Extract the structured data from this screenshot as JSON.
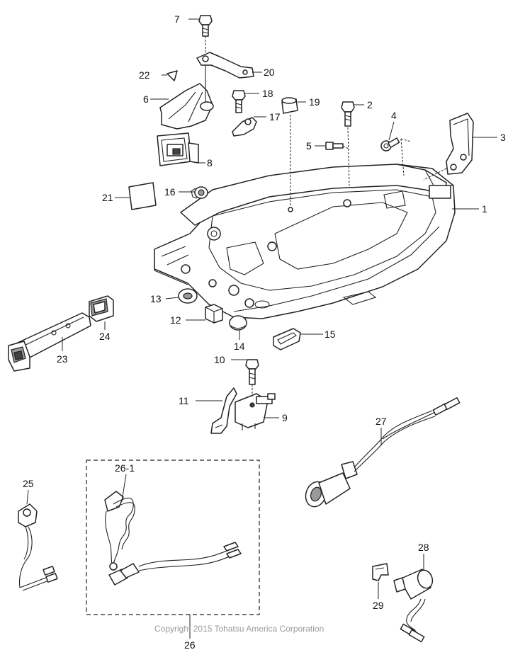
{
  "callouts": {
    "c1": "1",
    "c2": "2",
    "c3": "3",
    "c4": "4",
    "c5": "5",
    "c6": "6",
    "c7": "7",
    "c8": "8",
    "c9": "9",
    "c10": "10",
    "c11": "11",
    "c12": "12",
    "c13": "13",
    "c14": "14",
    "c15": "15",
    "c16": "16",
    "c17": "17",
    "c18": "18",
    "c19": "19",
    "c20": "20",
    "c21": "21",
    "c22": "22",
    "c23": "23",
    "c24": "24",
    "c25": "25",
    "c26": "26",
    "c26_1": "26-1",
    "c27": "27",
    "c28": "28",
    "c29": "29"
  },
  "copyright": "Copyright 2015 Tohatsu America Corporation"
}
